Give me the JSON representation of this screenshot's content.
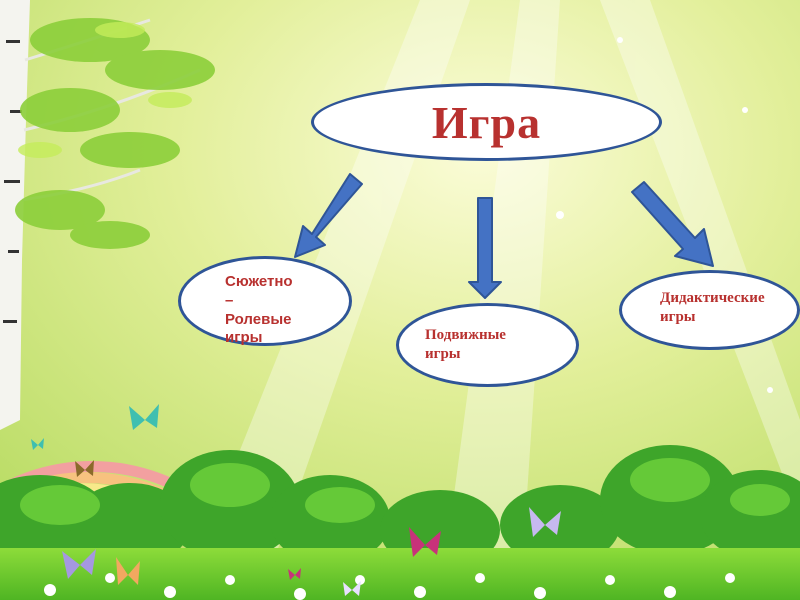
{
  "diagram": {
    "root": "Игра",
    "children": [
      {
        "label_lines": [
          "Сюжетно",
          "–",
          "Ролевые",
          "игры"
        ]
      },
      {
        "label_lines": [
          "Подвижные",
          "игры"
        ]
      },
      {
        "label_lines": [
          "Дидактические",
          "игры"
        ]
      }
    ]
  },
  "colors": {
    "node_border": "#2f5597",
    "arrow_fill": "#4472c4",
    "text": "#b8312f",
    "sky": "#e9f2a0",
    "grass": "#5fc52c",
    "bushes": "#3ea52a"
  }
}
